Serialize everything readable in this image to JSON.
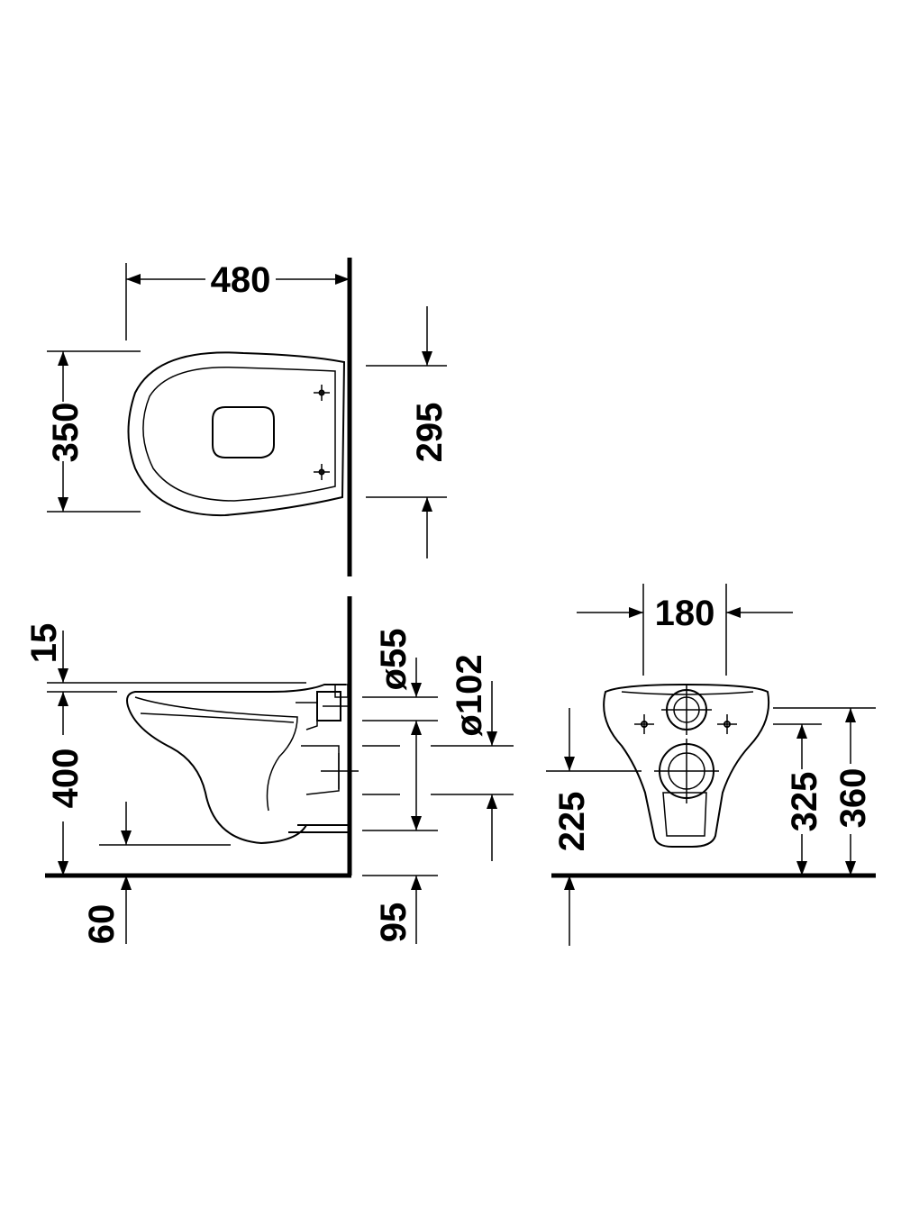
{
  "views": {
    "top": {
      "width_label": "480",
      "depth_label": "350",
      "fixing_spacing_label": "295"
    },
    "side": {
      "rim_offset_label": "15",
      "height_label": "400",
      "floor_gap_label": "60",
      "inlet_diameter_label": "ø55",
      "outlet_diameter_label": "ø102",
      "outlet_height_label": "95"
    },
    "front": {
      "inlet_spacing_label": "180",
      "outlet_height_label": "225",
      "inlet_height_label": "325",
      "total_height_label": "360"
    }
  }
}
